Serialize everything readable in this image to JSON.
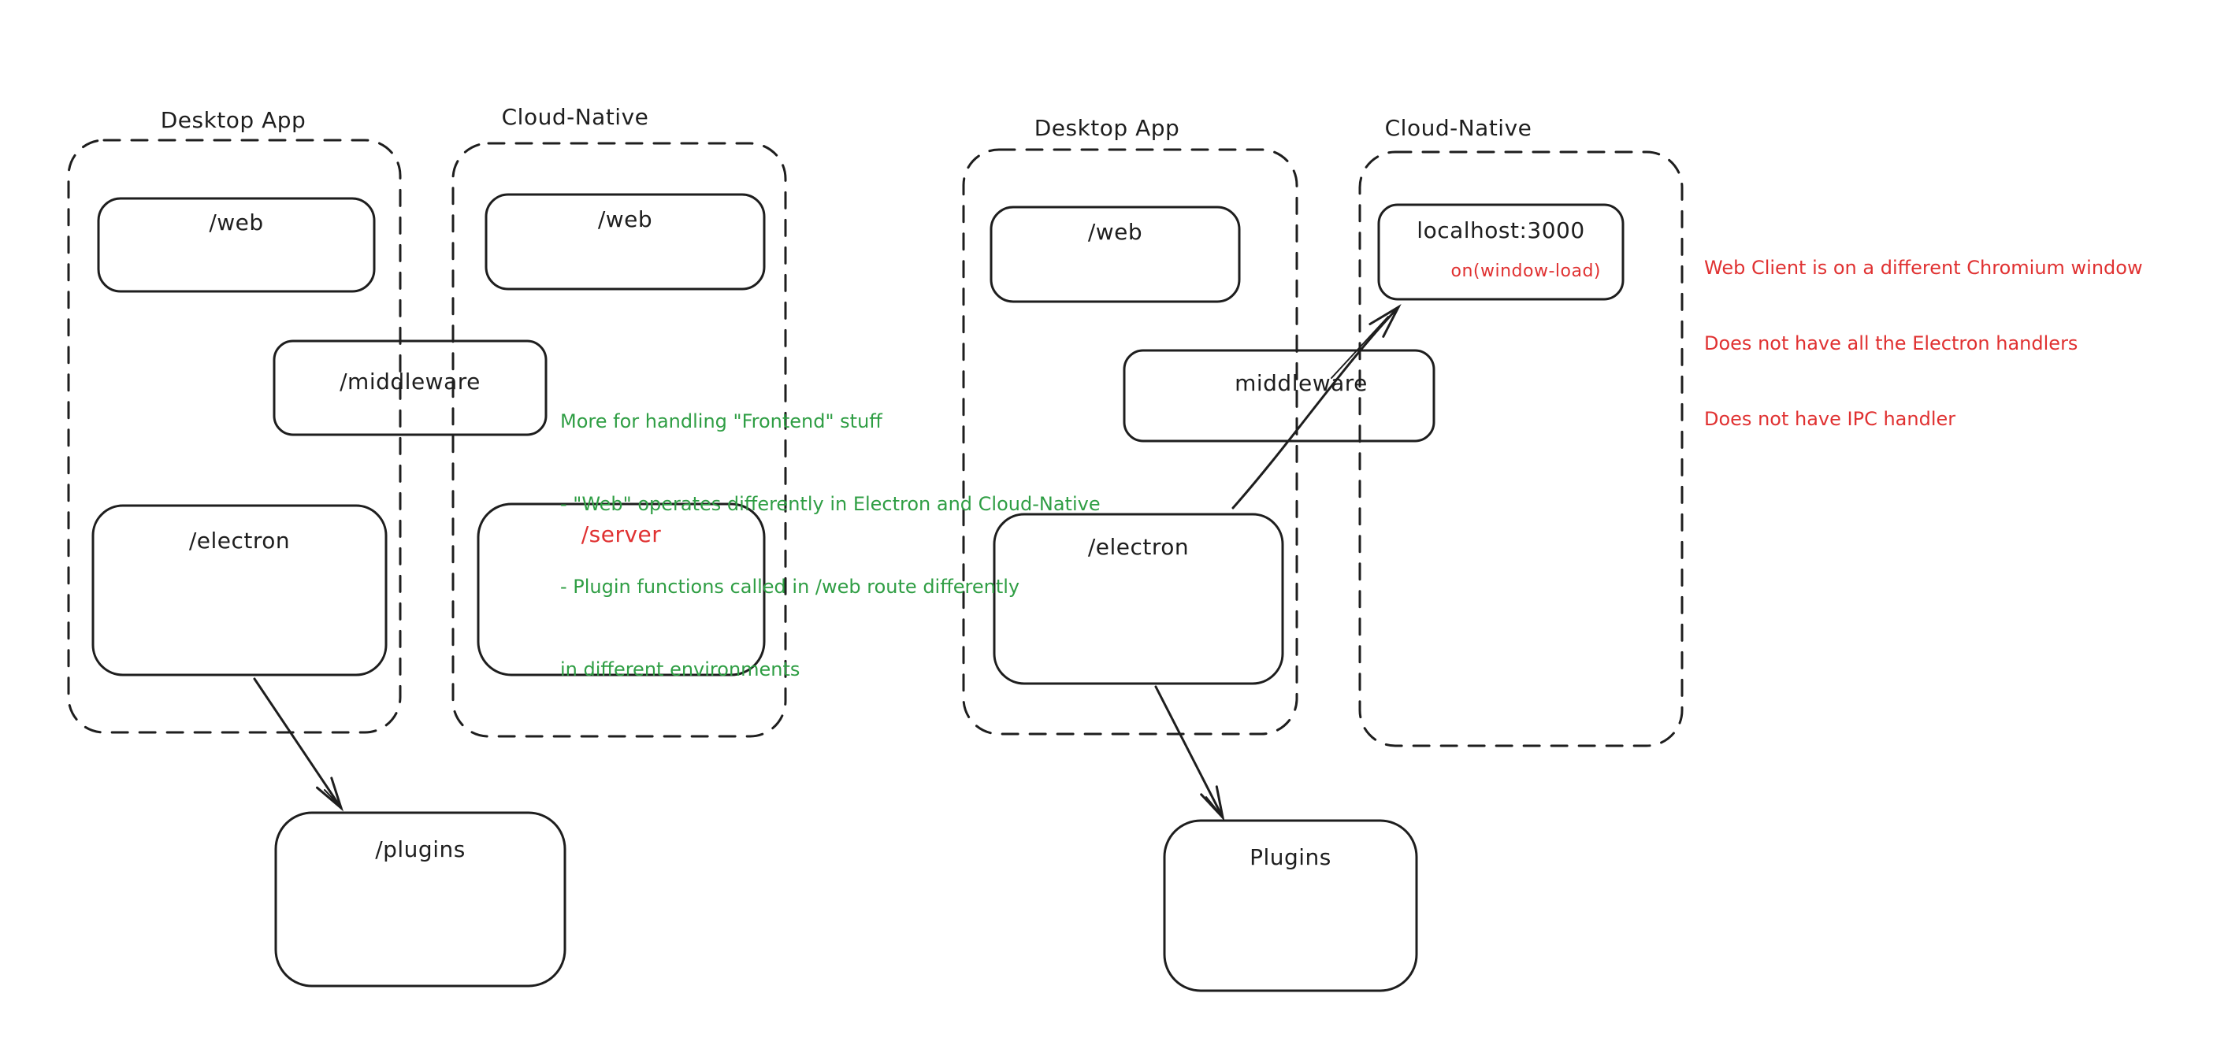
{
  "colors": {
    "ink": "#1e1e1e",
    "red": "#e03131",
    "green": "#2f9e44"
  },
  "left": {
    "desktop_label": "Desktop App",
    "cloud_label": "Cloud-Native",
    "web_desktop": "/web",
    "web_cloud": "/web",
    "middleware": "/middleware",
    "electron": "/electron",
    "server": "/server",
    "plugins": "/plugins",
    "annotation": {
      "lines": [
        "More for handling \"Frontend\" stuff",
        "- \"Web\" operates differently in Electron and Cloud-Native",
        "- Plugin functions called in /web route differently",
        "in different environments"
      ]
    }
  },
  "right": {
    "desktop_label": "Desktop App",
    "cloud_label": "Cloud-Native",
    "web": "/web",
    "middleware": "middleware",
    "electron": "/electron",
    "localhost": "localhost:3000",
    "window_load": "on(window-load)",
    "plugins": "Plugins",
    "annotation": {
      "lines": [
        "Web Client is on a different Chromium window",
        "Does not have all the Electron handlers",
        "Does not have IPC handler"
      ]
    }
  }
}
